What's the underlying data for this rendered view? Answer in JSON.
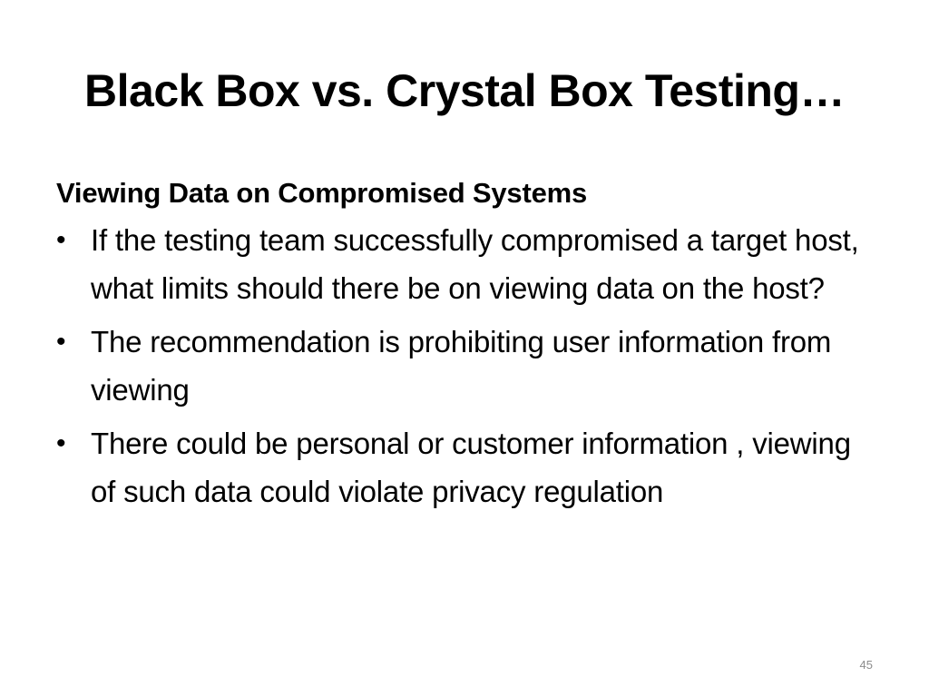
{
  "slide": {
    "title": "Black Box vs. Crystal Box Testing…",
    "section_heading": "Viewing Data on Compromised Systems",
    "bullets": [
      "If the testing team successfully compromised a target host, what limits should there be on viewing data on the host?",
      "The recommendation is prohibiting user information from viewing",
      "There could be personal or customer information , viewing of such data could violate privacy regulation"
    ],
    "bullet_symbol": "•",
    "page_number": "45"
  }
}
